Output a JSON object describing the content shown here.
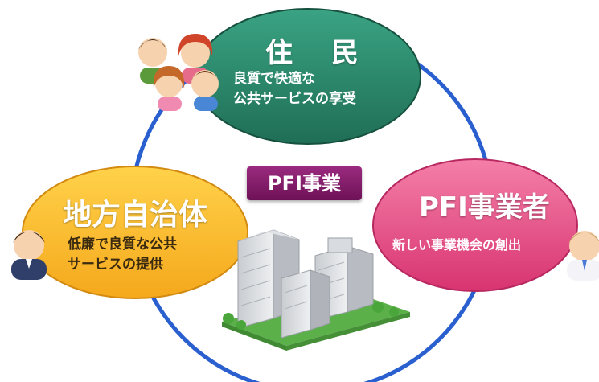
{
  "resident": {
    "title": "住 民",
    "desc_line1": "良質で快適な",
    "desc_line2": "公共サービスの享受",
    "color": "#2f8a6e"
  },
  "government": {
    "title": "地方自治体",
    "desc_line1": "低廉で良質な公共",
    "desc_line2": "サービスの提供",
    "color": "#fbc43a"
  },
  "operator": {
    "title": "PFI事業者",
    "desc": "新しい事業機会の創出",
    "color": "#e8508a"
  },
  "center": {
    "label": "PFI事業",
    "color": "#8a1f72"
  },
  "cycle_color": "#2a5fd0",
  "icons": [
    "family-icon",
    "official-person-icon",
    "businessman-icon",
    "buildings-icon"
  ]
}
